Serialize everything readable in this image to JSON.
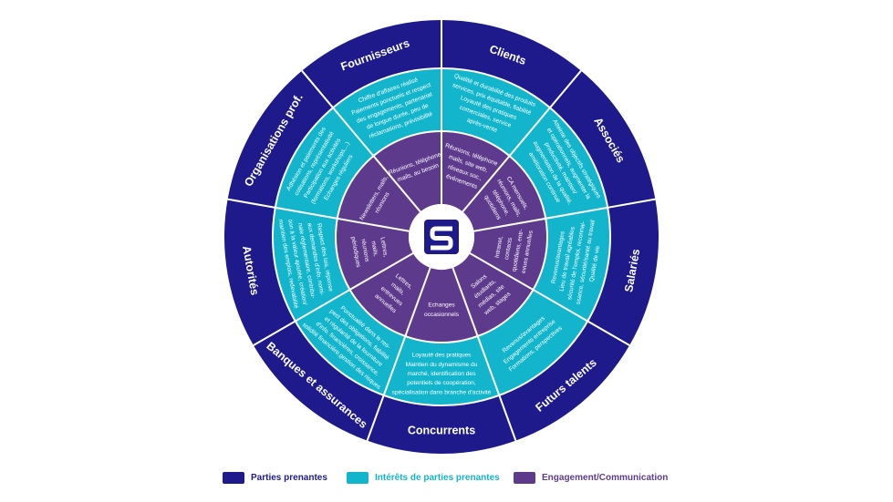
{
  "colors": {
    "stakeholders": "#1f1a8c",
    "interests": "#12b5cb",
    "engagement": "#5e3a8c",
    "divider": "#ffffff",
    "logo_bg": "#1f1a8c",
    "logo_letter": "#ffffff"
  },
  "center": {
    "logo_icon": "s-logo-icon"
  },
  "segments": [
    {
      "stakeholder": "Clients",
      "interest": [
        "Qualité et durabilité des produits",
        "services, prix équitable, fiabilité",
        "Loyauté des pratiques",
        "comerciales, service",
        "après-vente"
      ],
      "engagement": [
        "Réunions, téléphone",
        "mails, site web,",
        "réseaux soc.,",
        "événements"
      ]
    },
    {
      "stakeholder": "Associés",
      "interest": [
        "Atteinte des objectifs stratégiques",
        "et opérationnels, augmenter la",
        "productivité, maintien/",
        "augmentation de la qualité,",
        "amélioration continue"
      ],
      "engagement": [
        "CA mensuels,",
        "réunions, mails,",
        "téléphone,",
        "quotidiens"
      ]
    },
    {
      "stakeholder": "Salariés",
      "interest": [
        "Revenus/avantages",
        "Lieu de travail agréables",
        "sécurité de l'emploi, reconnai-",
        "ssance, sécurité/santé au travail",
        "Qualité de vie"
      ],
      "engagement": [
        "Intranet,",
        "contacts",
        "quotidiens, entr-",
        "evues annuelles"
      ]
    },
    {
      "stakeholder": "Futurs talents",
      "interest": [
        "Revenus/avantages",
        "Engagements entreprise",
        "Formations, perspectives"
      ],
      "engagement": [
        "Salons",
        "étudiants,",
        "médias, site",
        "web, stages"
      ]
    },
    {
      "stakeholder": "Concurrents",
      "interest": [
        "Loyauté des pratiques",
        "Maintien du dynamisme du",
        "marché, identification des",
        "potentiels de coopération,",
        "spécialisation dans branche d'activité"
      ],
      "engagement": [
        "Echanges",
        "occasionnels"
      ]
    },
    {
      "stakeholder": "Banques et assurances",
      "interest": [
        "Ponctualité dans le res-",
        "pect des obligations, fiabilité",
        "et régularité de la fourniture",
        "d'info. financières, croissance,",
        "solidité financière,gestion des risques"
      ],
      "engagement": [
        "Lettres,",
        "mails,",
        "entrevues",
        "annuelles"
      ]
    },
    {
      "stakeholder": "Autorités",
      "interest": [
        "Respect des lois, réponse",
        "aux demandes d'info. nomi-",
        "nale réglementaire, contribu-",
        "tion à la valeur ajoutée, création/",
        "maintien des emplois, redevabilité"
      ],
      "engagement": [
        "Lettres,",
        "mails,",
        "réunions",
        "périodiques"
      ]
    },
    {
      "stakeholder": "Organisations prof.",
      "interest": [
        "Adhésion et paiements des",
        "cotisations, représentativité",
        "Participation aux activités",
        "(formations, workshops,...)",
        "Echanges réguliers"
      ],
      "engagement": [
        "Newsletters, mails,",
        "réunions"
      ]
    },
    {
      "stakeholder": "Fournisseurs",
      "interest": [
        "Chiffre d'affaires réalisé",
        "Paiements ponctuels et respect",
        "des engagements, partenariat",
        "de longue durée, peu de",
        "réclamations, prévisibilité"
      ],
      "engagement": [
        "Réunions, téléphone",
        "mails, au besoin"
      ]
    }
  ],
  "legend": [
    {
      "label": "Parties prenantes",
      "color": "#1f1a8c"
    },
    {
      "label": "Intérêts de parties prenantes",
      "color": "#12b5cb"
    },
    {
      "label": "Engagement/Communication",
      "color": "#5e3a8c"
    }
  ]
}
